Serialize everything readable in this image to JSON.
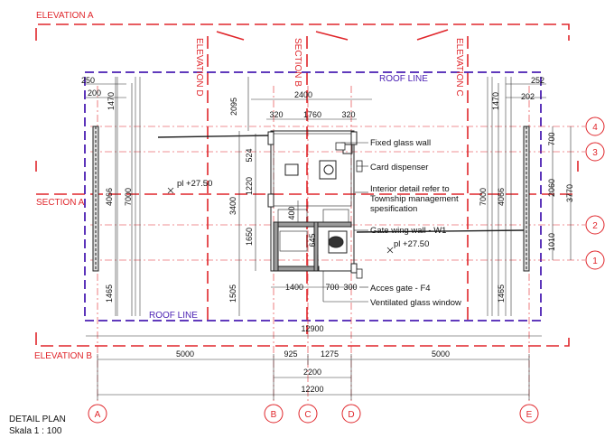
{
  "colors": {
    "section_line": "#e0262b",
    "roof_line": "#4a1fb3",
    "linework": "#222222",
    "dimension": "#333333",
    "hatch": "#9a9a9a"
  },
  "titles": {
    "detail_plan": "DETAIL PLAN",
    "scale": "Skala 1 : 100"
  },
  "labels": {
    "elevation_a": "ELEVATION A",
    "elevation_b": "ELEVATION B",
    "elevation_c": "ELEVATION C",
    "elevation_d": "ELEVATION D",
    "section_a": "SECTION A",
    "section_b": "SECTION B",
    "roof_line_top": "ROOF LINE",
    "roof_line_bottom": "ROOF LINE"
  },
  "levels": {
    "left": "pl +27.50",
    "right": "pl +27.50"
  },
  "notes": {
    "fixed_glass_wall": "Fixed glass wall",
    "card_dispenser": "Card dispenser",
    "interior_detail_1": "Interior detail refer to",
    "interior_detail_2": "Township management",
    "interior_detail_3": "spesification",
    "gate_wing_wall": "Gate wing wall - W1",
    "access_gate": "Acces gate - F4",
    "ventilated_glass": "Ventilated glass window"
  },
  "grid_bubbles": {
    "col_a": "A",
    "col_b": "B",
    "col_c": "C",
    "col_d": "D",
    "col_e": "E",
    "row_1": "1",
    "row_2": "2",
    "row_3": "3",
    "row_4": "4"
  },
  "dimensions": {
    "top_250": "250",
    "top_200": "200",
    "top_1470": "1470",
    "top_2400": "2400",
    "top_2095": "2095",
    "top_320a": "320",
    "top_1760": "1760",
    "top_320b": "320",
    "right_252": "252",
    "right_202": "202",
    "right_1470": "1470",
    "left_4066": "4066",
    "left_7000": "7000",
    "left_1465": "1465",
    "right_4066": "4066",
    "right_7000": "7000",
    "right_1465": "1465",
    "mid_524": "524",
    "mid_1220": "1220",
    "mid_3400": "3400",
    "mid_1650": "1650",
    "mid_1505": "1505",
    "mid_400": "400",
    "mid_645": "645",
    "bot_1400": "1400",
    "bot_700": "700",
    "bot_300": "300",
    "far_700": "700",
    "far_2060": "2060",
    "far_3770": "3770",
    "far_1010": "1010",
    "overall_12900": "12900",
    "grid_5000a": "5000",
    "grid_925": "925",
    "grid_1275": "1275",
    "grid_5000b": "5000",
    "grid_2200": "2200",
    "grid_12200": "12200"
  }
}
